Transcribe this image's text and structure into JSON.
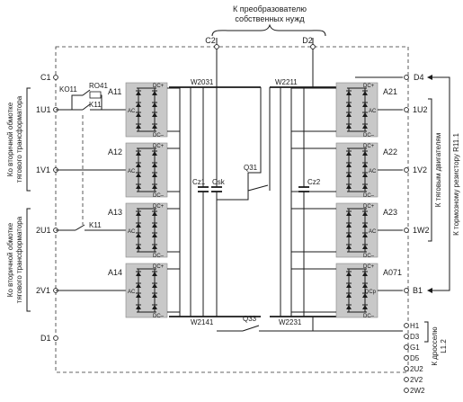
{
  "header": {
    "line1": "К преобразователю",
    "line2": "собственных нужд"
  },
  "dc_labels": {
    "c2": "C2",
    "d2": "D2",
    "w2031": "W2031",
    "w2211": "W2211",
    "w2141": "W2141",
    "w2231": "W2231",
    "cz1": "Cz1",
    "csk": "Csk",
    "cz2": "Cz2",
    "q31": "Q31",
    "q33": "Q33"
  },
  "left_terminals": {
    "c1": "C1",
    "u1_1": "1U1",
    "v1_1": "1V1",
    "u1_2": "2U1",
    "v1_2": "2V1",
    "d1": "D1"
  },
  "left_components": {
    "ko11": "KO11",
    "ro41": "RO41",
    "k11_top": "K11",
    "k11_bottom": "K11"
  },
  "left_side_labels": {
    "upper_1": "Ко вторичной обмотке",
    "upper_2": "тягового трансформатора",
    "lower_1": "Ко вторичной обмотке",
    "lower_2": "тягового трансформатора"
  },
  "left_modules": [
    "A11",
    "A12",
    "A13",
    "A14"
  ],
  "right_modules": [
    "A21",
    "A22",
    "A23",
    "A071"
  ],
  "module_text": {
    "dc_plus": "DC+",
    "dc_minus": "DC–",
    "ac": "AC",
    "dcp": "DCp"
  },
  "right_terminals": {
    "d4": "D4",
    "u2_1": "1U2",
    "v2_1": "1V2",
    "w2_1": "1W2",
    "b1": "B1",
    "h1": "H1",
    "d3": "D3",
    "g1": "G1",
    "d5": "D5",
    "u2_2": "2U2",
    "v2_2": "2V2",
    "w2_2": "2W2"
  },
  "right_side_labels": {
    "traction_motors": "К тяговым двигателям",
    "brake_resistor": "К тормозному резистору R11.1",
    "choke_1": "К дросселю",
    "choke_2": "L1.2"
  }
}
